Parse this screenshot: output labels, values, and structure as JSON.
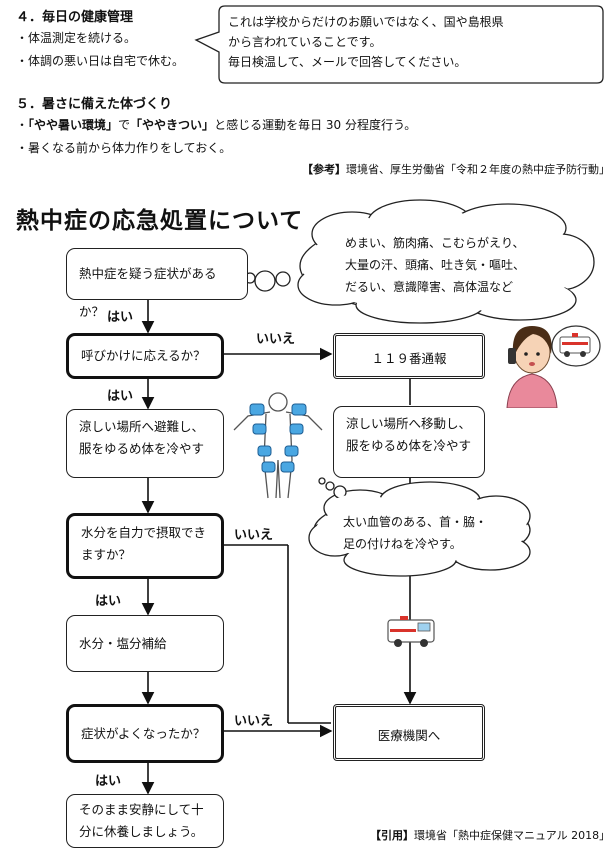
{
  "section4": {
    "title": "４．毎日の健康管理",
    "items": [
      "・体温測定を続ける。",
      "・体調の悪い日は自宅で休む。"
    ]
  },
  "speech_note": {
    "lines": [
      "これは学校からだけのお願いではなく、国や島根県",
      "から言われていることです。",
      "毎日検温して、メールで回答してください。"
    ]
  },
  "section5": {
    "title": "５．暑さに備えた体づくり",
    "item1_prefix": "・",
    "item1_q1": "「やや暑い環境」",
    "item1_mid": "で",
    "item1_q2": "「ややきつい」",
    "item1_rest": "と感じる運動を毎日 30 分程度行う。",
    "item2": "・暑くなる前から体力作りをしておく。"
  },
  "reference": {
    "tag": "【参考】",
    "text": "環境省、厚生労働省「令和２年度の熱中症予防行動」"
  },
  "heading": "熱中症の応急処置について",
  "symptoms_cloud": {
    "lines": [
      "めまい、筋肉痛、こむらがえり、",
      "大量の汗、頭痛、吐き気・嘔吐、",
      "だるい、意識障害、高体温など"
    ]
  },
  "flow": {
    "q1": "熱中症を疑う症状があるか？",
    "q2": "呼びかけに応えるか？",
    "a_cool_1": "涼しい場所へ避難し、",
    "a_cool_2": "服をゆるめ体を冷やす",
    "q3_1": "水分を自力で摂取でき",
    "q3_2": "ますか？",
    "a_water": "水分・塩分補給",
    "q4": "症状がよくなったか？",
    "a_rest_1": "そのまま安静にして十",
    "a_rest_2": "分に休養しましょう。",
    "call_119": "１１９番通報",
    "move_1": "涼しい場所へ移動し、",
    "move_2": "服をゆるめ体を冷やす",
    "cool_cloud_1": "太い血管のある、首・脇・",
    "cool_cloud_2": "足の付けねを冷やす。",
    "hospital": "医療機関へ",
    "yes": "はい",
    "no": "いいえ"
  },
  "citation": {
    "tag": "【引用】",
    "text": "環境省「熱中症保健マニュアル 2018」"
  },
  "colors": {
    "skin": "#f6d3b6",
    "shirt": "#e9899b",
    "ice_blue": "#4aa7e2",
    "ambulance_red": "#d9332b"
  }
}
